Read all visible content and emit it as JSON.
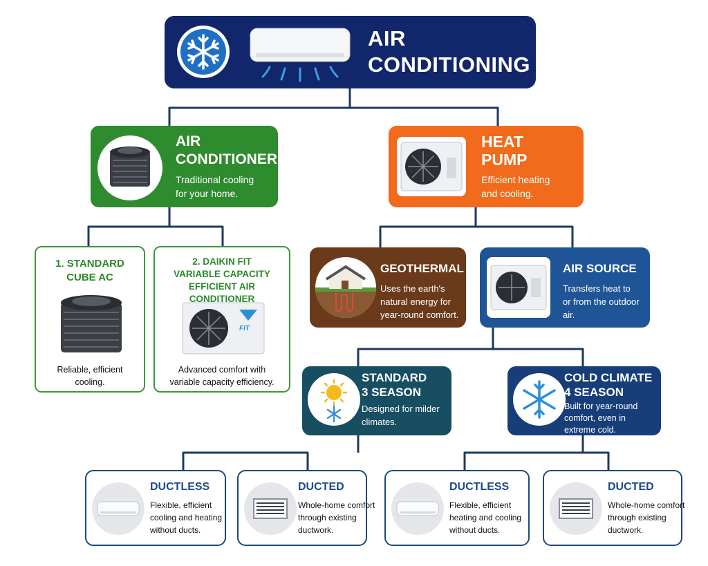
{
  "title": {
    "line1": "AIR",
    "line2": "CONDITIONING"
  },
  "air_conditioner": {
    "title_line1": "AIR",
    "title_line2": "CONDITIONER",
    "desc_line1": "Traditional cooling",
    "desc_line2": "for your home."
  },
  "heat_pump": {
    "title_line1": "HEAT",
    "title_line2": "PUMP",
    "desc_line1": "Efficient heating",
    "desc_line2": "and cooling."
  },
  "standard_cube": {
    "title_line1": "1. STANDARD",
    "title_line2": "CUBE AC",
    "desc_line1": "Reliable, efficient",
    "desc_line2": "cooling."
  },
  "daikin_fit": {
    "title_line1": "2. DAIKIN FIT",
    "title_line2": "VARIABLE CAPACITY",
    "title_line3": "EFFICIENT AIR CONDITIONER",
    "desc_line1": "Advanced comfort with",
    "desc_line2": "variable capacity efficiency.",
    "unit_brand": "FIT"
  },
  "geothermal": {
    "title": "GEOTHERMAL",
    "desc_line1": "Uses the earth's",
    "desc_line2": "natural energy for",
    "desc_line3": "year-round comfort."
  },
  "air_source": {
    "title": "AIR SOURCE",
    "desc_line1": "Transfers heat to",
    "desc_line2": "or from the outdoor",
    "desc_line3": "air."
  },
  "standard_3season": {
    "title_line1": "STANDARD",
    "title_line2": "3 SEASON",
    "desc_line1": "Designed for milder",
    "desc_line2": "climates."
  },
  "cold_climate": {
    "title_line1": "COLD CLIMATE",
    "title_line2": "4 SEASON",
    "desc_line1": "Built for year-round",
    "desc_line2": "comfort, even in",
    "desc_line3": "extreme cold."
  },
  "bottom": [
    {
      "title": "DUCTLESS",
      "desc_line1": "Flexible, efficient",
      "desc_line2": "cooling and heating",
      "desc_line3": "without ducts."
    },
    {
      "title": "DUCTED",
      "desc_line1": "Whole-home comfort",
      "desc_line2": "through existing",
      "desc_line3": "ductwork."
    },
    {
      "title": "DUCTLESS",
      "desc_line1": "Flexible, efficient",
      "desc_line2": "heating and cooling",
      "desc_line3": "without ducts."
    },
    {
      "title": "DUCTED",
      "desc_line1": "Whole-home comfort",
      "desc_line2": "through existing",
      "desc_line3": "ductwork."
    }
  ],
  "colors": {
    "navy": "#12266b",
    "green": "#2e8b2e",
    "orange": "#f26a1b",
    "brown": "#6b3a1a",
    "blue": "#1f5596",
    "teal": "#174e62",
    "dark_blue": "#183e7a",
    "connector": "#1c3a5c"
  }
}
